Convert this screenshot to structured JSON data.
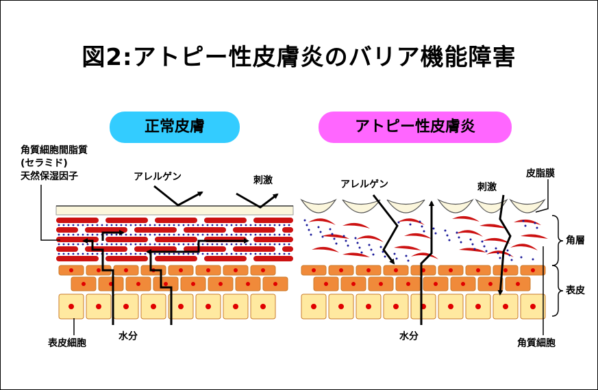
{
  "title": "図2:アトピー性皮膚炎のバリア機能障害",
  "panels": {
    "normal": {
      "label": "正常皮膚"
    },
    "atopic": {
      "label": "アトピー性皮膚炎"
    }
  },
  "labels": {
    "lipid_line1": "角質細胞間脂質",
    "lipid_line2": "(セラミド)",
    "lipid_line3": "天然保湿因子",
    "allergen_left": "アレルゲン",
    "stimulus_left": "刺激",
    "epidermal_cell": "表皮細胞",
    "water_left": "水分",
    "allergen_right": "アレルゲン",
    "stimulus_right": "刺激",
    "sebum_film": "皮脂膜",
    "stratum_corneum": "角層",
    "epidermis": "表皮",
    "water_right": "水分",
    "corneocyte": "角質細胞"
  },
  "colors": {
    "cyan_pill": "#33ccff",
    "pink_pill": "#ff66ff",
    "corneocyte_red": "#cc1111",
    "cell_orange": "#f08a3a",
    "cell_yellow": "#ffe9a0",
    "nucleus_red": "#e00000",
    "dot_blue": "#1a1a99",
    "sebum_fill": "#fbf6dc"
  }
}
